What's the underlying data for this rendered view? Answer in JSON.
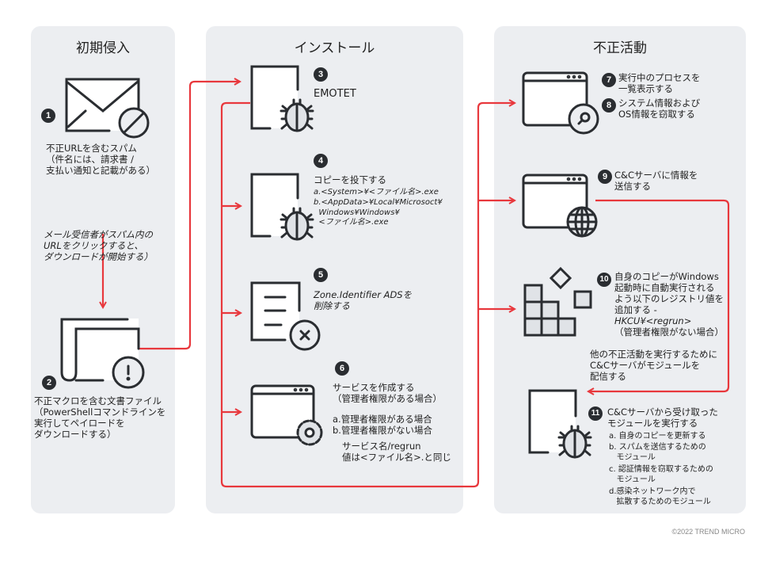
{
  "panels": {
    "initial": {
      "title": "初期侵入"
    },
    "install": {
      "title": "インストール"
    },
    "malicious": {
      "title": "不正活動"
    }
  },
  "steps": {
    "s1": {
      "num": "1",
      "icon": "spam-mail-icon",
      "text": "不正URLを含むスパム\n（件名には、請求書 /\n支払い通知と記載がある）"
    },
    "transition": {
      "text": "メール受信者がスパム内の\nURLをクリックすると、\nダウンロードが開始する）"
    },
    "s2": {
      "num": "2",
      "icon": "malicious-document-icon",
      "text": "不正マクロを含む文書ファイル\n（PowerShellコマンドラインを\n実行してペイロードを\nダウンロードする）"
    },
    "s3": {
      "num": "3",
      "icon": "malware-file-icon",
      "text": "EMOTET"
    },
    "s4": {
      "num": "4",
      "icon": "malware-file-icon",
      "title": "コピーを投下する",
      "a": "a.<System>¥<ファイル名>.exe",
      "b": "b.<AppData>¥Local¥Microsoct¥\n  Windows¥Windows¥\n  <ファイル名>.exe"
    },
    "s5": {
      "num": "5",
      "icon": "delete-file-icon",
      "text": "Zone.Identifier ADSを\n削除する"
    },
    "s6": {
      "num": "6",
      "icon": "service-gear-icon",
      "title": "サービスを作成する\n（管理者権限がある場合）",
      "a": "a.管理者権限がある場合",
      "b": "b.管理者権限がない場合",
      "detail": "サービス名/regrun\n値は<ファイル名>.と同じ"
    },
    "s7": {
      "num": "7",
      "text": "実行中のプロセスを\n一覧表示する"
    },
    "s8": {
      "num": "8",
      "icon": "window-search-icon",
      "text": "システム情報および\nOS情報を窃取する"
    },
    "s9": {
      "num": "9",
      "icon": "window-globe-icon",
      "text": "C&Cサーバに情報を\n送信する"
    },
    "s10": {
      "num": "10",
      "icon": "registry-icon",
      "text": "自身のコピーがWindows\n起動時に自動実行される\nよう以下のレジストリ値を\n追加する -",
      "key": "HKCU¥<regrun>",
      "note": "（管理者権限がない場合）"
    },
    "cc_note": {
      "text": "他の不正活動を実行するために\nC&Cサーバがモジュールを\n配信する"
    },
    "s11": {
      "num": "11",
      "icon": "malware-file-icon",
      "title": "C&Cサーバから受け取った\nモジュールを実行する",
      "items": [
        "a. 自身のコピーを更新する",
        "b. スパムを送信するための\n   モジュール",
        "c. 認証情報を窃取するための\n   モジュール",
        "d.感染ネットワーク内で\n   拡散するためのモジュール"
      ]
    }
  },
  "footer": {
    "copyright": "©2022 TREND MICRO"
  },
  "colors": {
    "arrow": "#e8383d",
    "panel": "#eceef1",
    "stroke": "#2a2d31"
  }
}
